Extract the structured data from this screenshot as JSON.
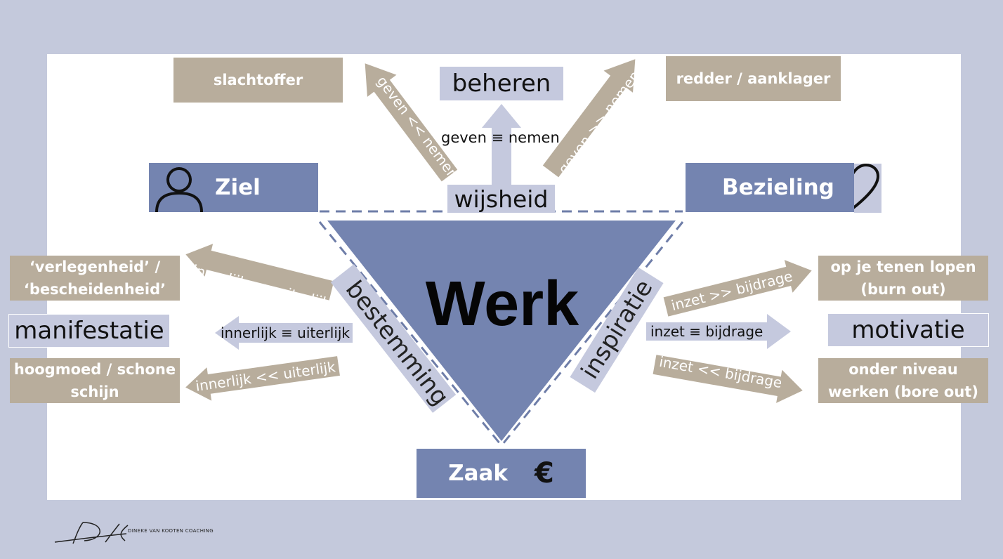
{
  "top": {
    "left_box": "slachtoffer",
    "center_box": "beheren",
    "right_box": "redder / aanklager",
    "left_arrow": "geven  << nemen",
    "center_arrow": "geven  ≡ nemen",
    "right_arrow": "geven  >> nemen",
    "center_label": "wijsheid"
  },
  "corners": {
    "left": "Ziel",
    "right": "Bezieling",
    "bottom": "Zaak",
    "bottom_symbol": "€"
  },
  "triangle": {
    "title": "Werk",
    "left_side": "bestemming",
    "right_side": "inspiratie"
  },
  "left": {
    "boxes": [
      "‘verlegenheid’ / ‘bescheidenheid’",
      "manifestatie",
      "hoogmoed / schone schijn"
    ],
    "arrows": [
      "innerlijk  >> uiterlijk",
      "innerlijk  ≡ uiterlijk",
      "innerlijk  << uiterlijk"
    ]
  },
  "right": {
    "boxes": [
      "op je tenen lopen (burn out)",
      "motivatie",
      "onder niveau werken (bore out)"
    ],
    "arrows": [
      "inzet  >> bijdrage",
      "inzet  ≡ bijdrage",
      "inzet  << bijdrage"
    ]
  },
  "logo": {
    "name": "DINEKE VAN KOOTEN COACHING"
  },
  "colors": {
    "background": "#c4c9dc",
    "tan": "#b8ad9c",
    "blue": "#7484b0",
    "light_blue": "#c5c9de",
    "dash": "#6e7da8"
  }
}
